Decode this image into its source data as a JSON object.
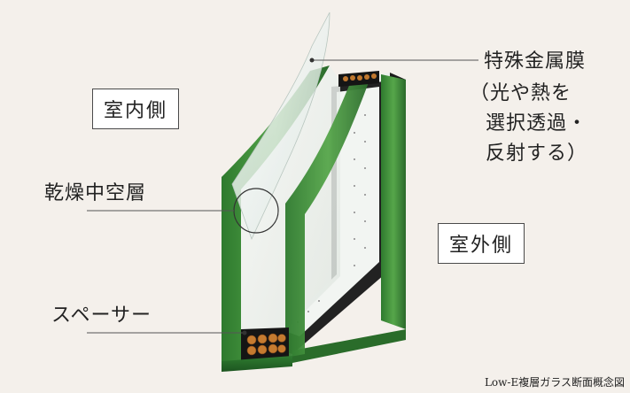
{
  "labels": {
    "metal_film_title": "特殊金属膜",
    "metal_film_desc_1": "（光や熱を",
    "metal_film_desc_2": "選択透過・",
    "metal_film_desc_3": "反射する）",
    "indoor": "室内側",
    "outdoor": "室外側",
    "dry_hollow_layer": "乾燥中空層",
    "spacer": "スペーサー"
  },
  "caption": "Low-E複層ガラス断面概念図",
  "colors": {
    "background": "#f4f0eb",
    "glass_edge_green": "#3f8a3a",
    "glass_edge_dark": "#1f5a23",
    "spacer_black": "#1c1c1c",
    "desiccant": "#b8742e",
    "pane_face": "#eef1ee"
  }
}
